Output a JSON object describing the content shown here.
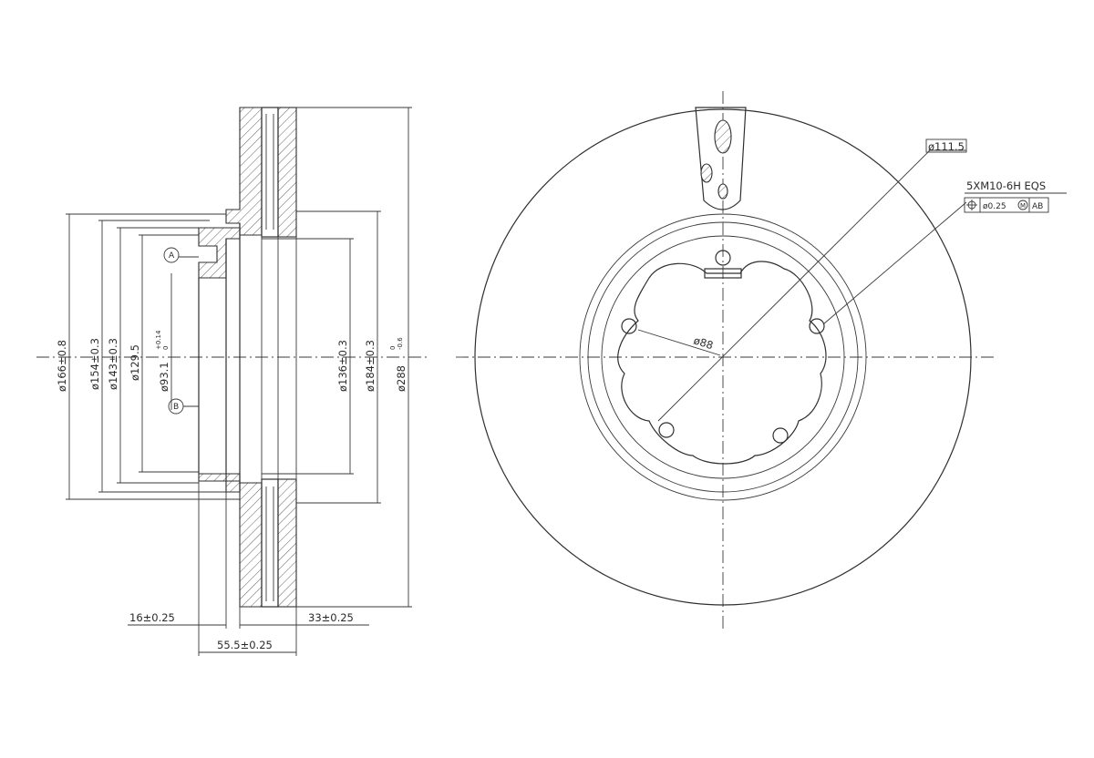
{
  "side_view": {
    "dims": {
      "d166": "ø166±0.8",
      "d154": "ø154±0.3",
      "d143": "ø143±0.3",
      "d129": "ø129.5",
      "d93": "ø93.1",
      "d93_tol_upper": "+0.14",
      "d93_tol_lower": "0",
      "d136": "ø136±0.3",
      "d184": "ø184±0.3",
      "d288": "ø288",
      "d288_tol_upper": "0",
      "d288_tol_lower": "-0.6",
      "w16": "16±0.25",
      "w33": "33±0.25",
      "w55": "55.5±0.25"
    },
    "datums": {
      "a": "A",
      "b": "B"
    }
  },
  "front_view": {
    "pcd": "ø111.5",
    "pilot": "ø88",
    "thread": "5XM10-6H EQS",
    "tolerance": {
      "value": "ø0.25",
      "modifier": "M",
      "datums": "AB"
    }
  }
}
